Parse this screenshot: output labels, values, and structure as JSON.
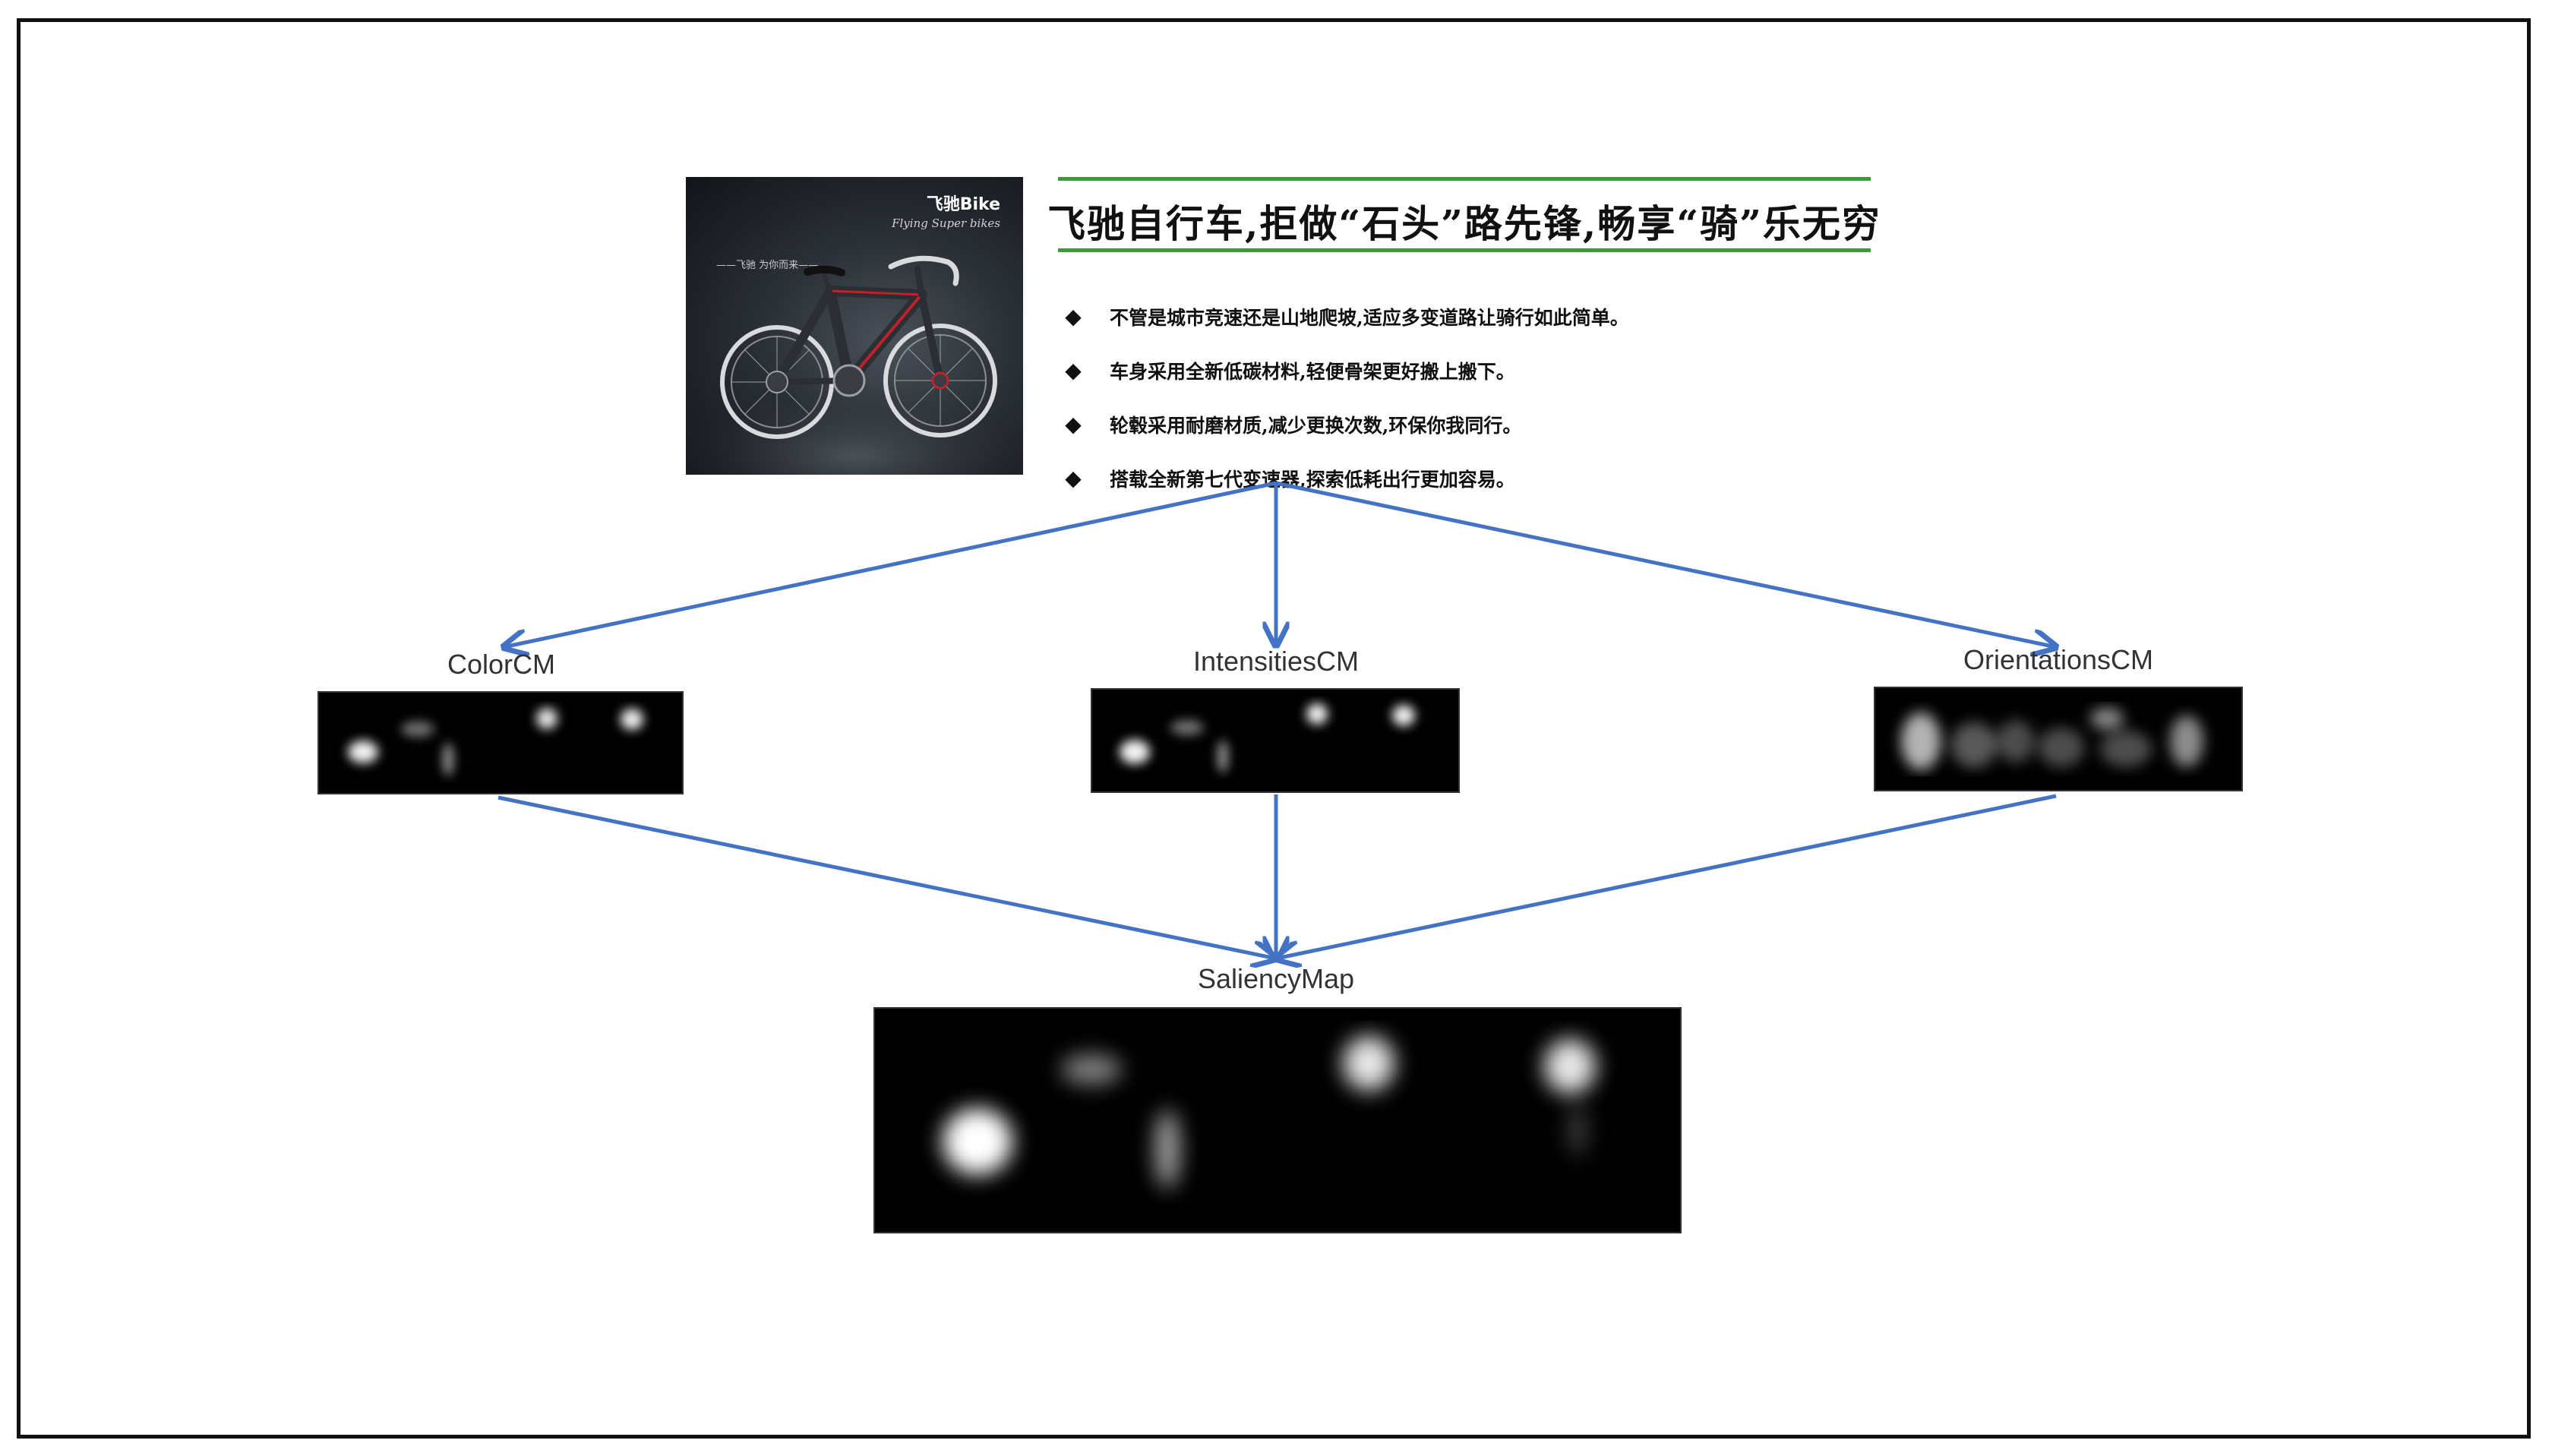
{
  "ad": {
    "brand": "飞驰Bike",
    "brand_sub": "Flying Super bikes",
    "photo_tagline": "——飞驰 为你而来——",
    "headline": "飞驰自行车,拒做“石头”路先锋,畅享“骑”乐无穷",
    "bullets": [
      "不管是城市竞速还是山地爬坡,适应多变道路让骑行如此简单。",
      "车身采用全新低碳材料,轻便骨架更好搬上搬下。",
      "轮毂采用耐磨材质,减少更换次数,环保你我同行。",
      "搭载全新第七代变速器,探索低耗出行更加容易。"
    ],
    "bullet_marker": "◆"
  },
  "panels": {
    "color": {
      "label": "ColorCM"
    },
    "intensities": {
      "label": "IntensitiesCM"
    },
    "orientations": {
      "label": "OrientationsCM"
    },
    "saliency": {
      "label": "SaliencyMap"
    }
  },
  "colors": {
    "arrow": "#4472c4",
    "headline_rule": "#3a9a3a",
    "map_bg": "#000000"
  }
}
